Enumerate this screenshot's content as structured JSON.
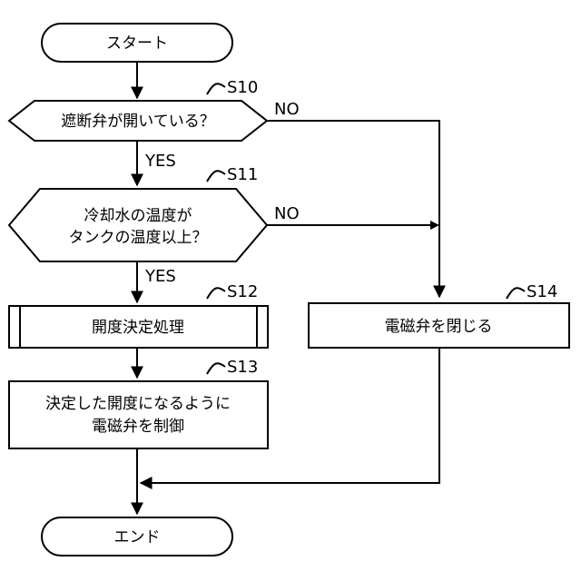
{
  "nodes": {
    "start": {
      "text": "スタート"
    },
    "s10": {
      "step": "S10",
      "text": "遮断弁が開いている？"
    },
    "s11": {
      "step": "S11",
      "line1": "冷却水の温度が",
      "line2": "タンクの温度以上？"
    },
    "s12": {
      "step": "S12",
      "text": "開度決定処理"
    },
    "s13": {
      "step": "S13",
      "line1": "決定した開度になるように",
      "line2": "電磁弁を制御"
    },
    "s14": {
      "step": "S14",
      "text": "電磁弁を閉じる"
    },
    "end": {
      "text": "エンド"
    }
  },
  "branches": {
    "s10_no": "NO",
    "s10_yes": "YES",
    "s11_no": "NO",
    "s11_yes": "YES"
  },
  "colors": {
    "stroke": "#000000",
    "fill": "#ffffff"
  }
}
